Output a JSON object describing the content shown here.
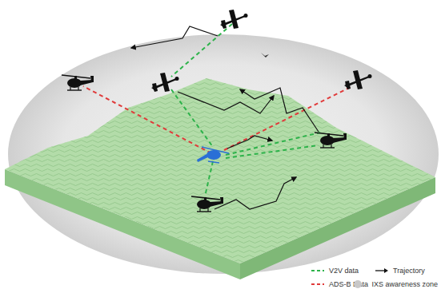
{
  "diagram": {
    "legend": [
      {
        "text": "V2V data"
      },
      {
        "text": "ADS-B Data"
      },
      {
        "text": "Trajectory"
      },
      {
        "text": "IXS awareness zone",
        "color": "#c8c8c8"
      }
    ]
  }
}
